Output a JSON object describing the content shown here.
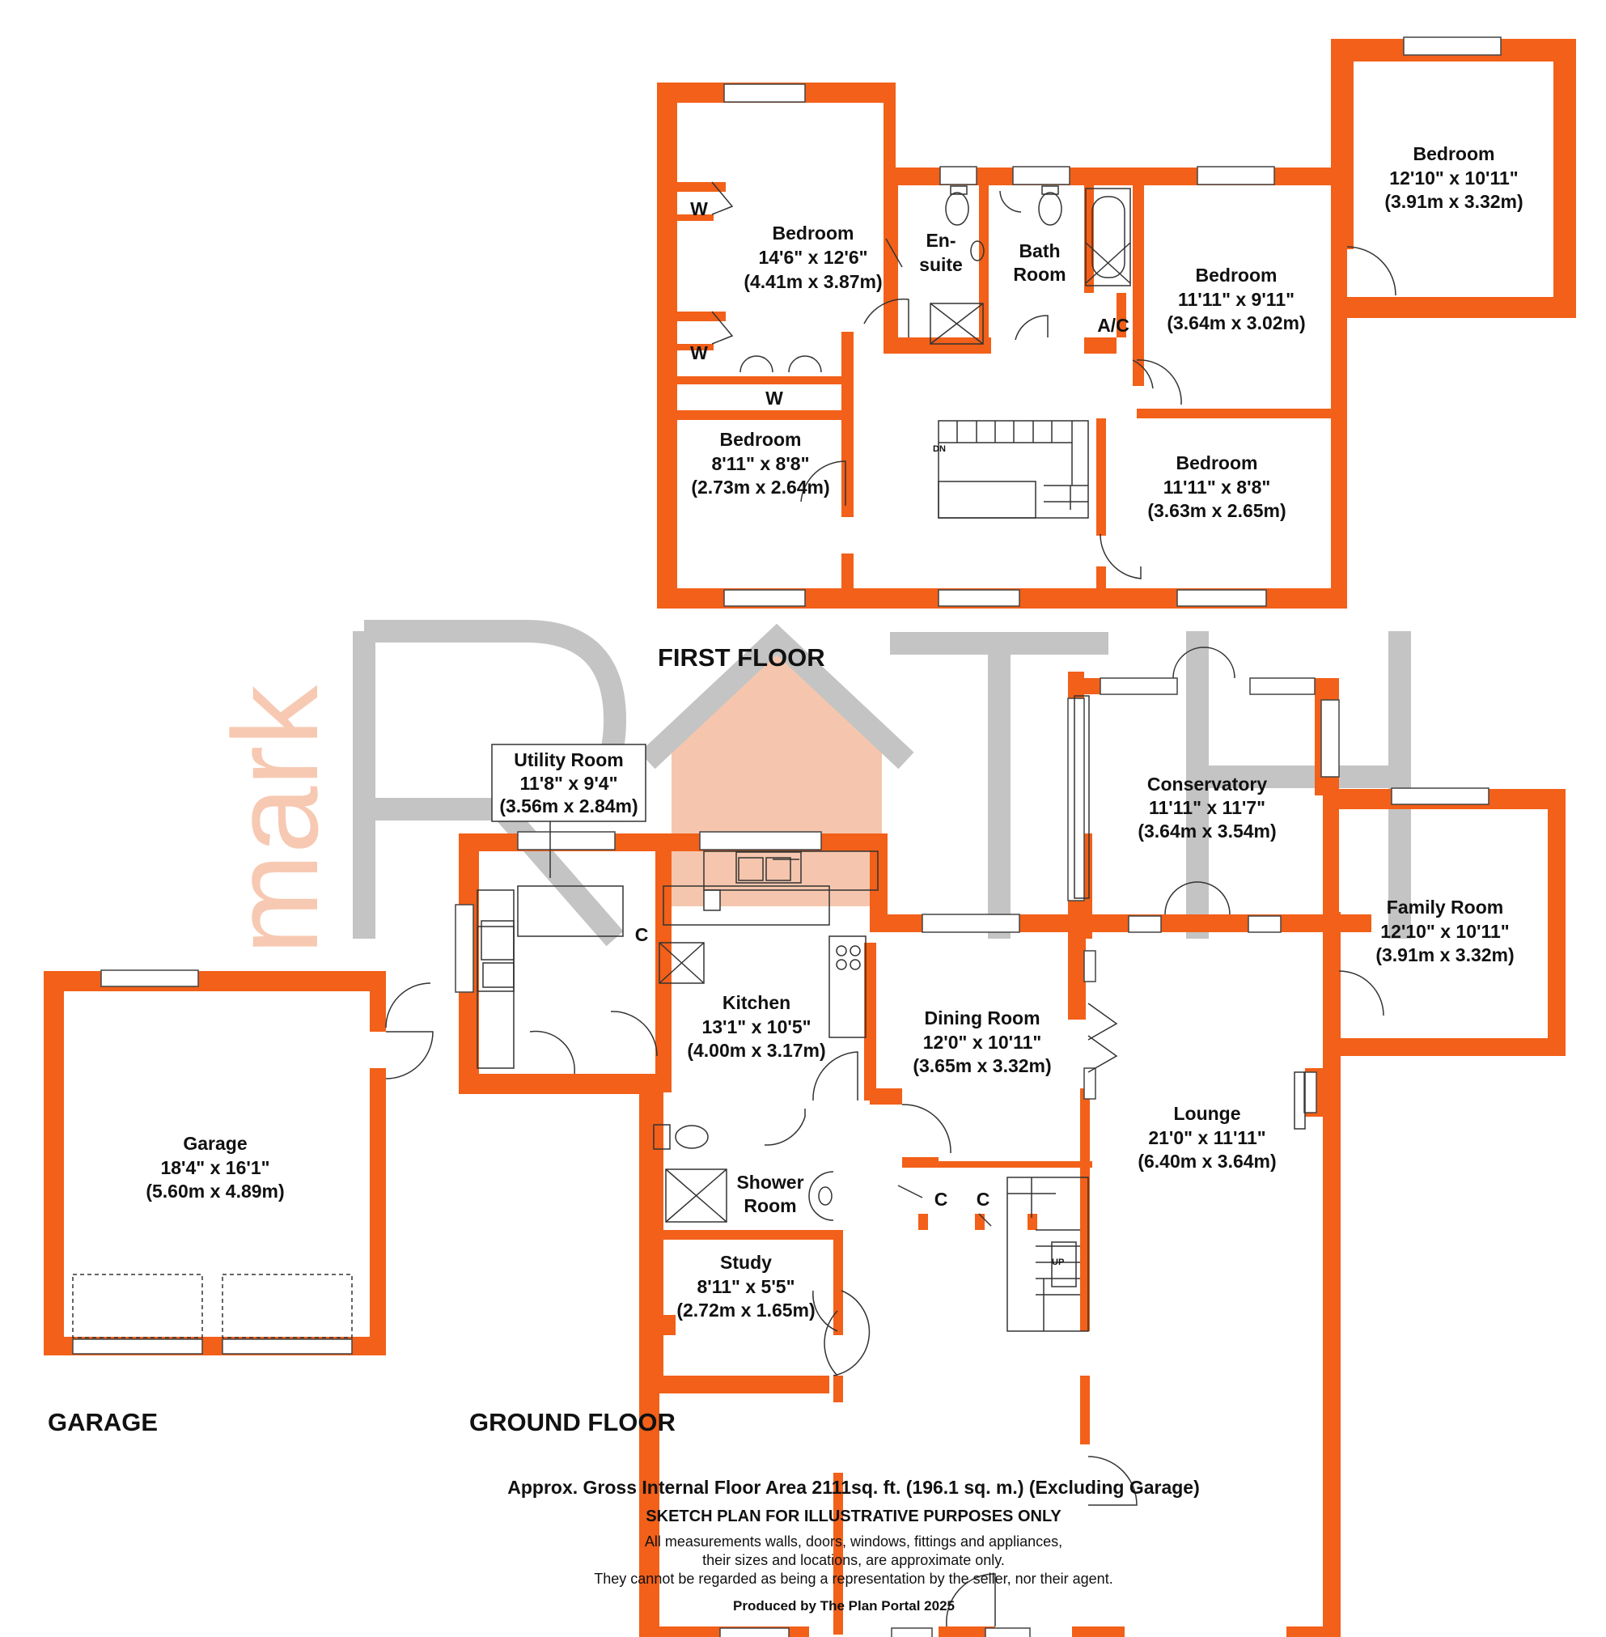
{
  "colors": {
    "wall": "#F26019",
    "watermark_letters": "#c4c4c4",
    "watermark_house": "#f5c6ad",
    "watermark_mark": "#f7c9b2",
    "line": "#333333"
  },
  "watermark": {
    "brand": "RATH",
    "prefix": "mark"
  },
  "floors": {
    "first": "FIRST FLOOR",
    "ground": "GROUND FLOOR",
    "garage": "GARAGE"
  },
  "rooms": {
    "bedroom_1": {
      "name": "Bedroom",
      "imperial": "14'6\" x 12'6\"",
      "metric": "(4.41m x 3.87m)"
    },
    "ensuite": {
      "name_1": "En-",
      "name_2": "suite"
    },
    "bathroom": {
      "name_1": "Bath",
      "name_2": "Room"
    },
    "bedroom_2": {
      "name": "Bedroom",
      "imperial": "11'11\" x 9'11\"",
      "metric": "(3.64m x 3.02m)"
    },
    "bedroom_3": {
      "name": "Bedroom",
      "imperial": "12'10\" x 10'11\"",
      "metric": "(3.91m x 3.32m)"
    },
    "bedroom_4": {
      "name": "Bedroom",
      "imperial": "8'11\" x 8'8\"",
      "metric": "(2.73m x 2.64m)"
    },
    "bedroom_5": {
      "name": "Bedroom",
      "imperial": "11'11\" x 8'8\"",
      "metric": "(3.63m x 2.65m)"
    },
    "utility": {
      "name": "Utility Room",
      "imperial": "11'8\" x 9'4\"",
      "metric": "(3.56m x 2.84m)"
    },
    "kitchen": {
      "name": "Kitchen",
      "imperial": "13'1\" x 10'5\"",
      "metric": "(4.00m x 3.17m)"
    },
    "dining": {
      "name": "Dining Room",
      "imperial": "12'0\" x 10'11\"",
      "metric": "(3.65m x 3.32m)"
    },
    "conservatory": {
      "name": "Conservatory",
      "imperial": "11'11\" x 11'7\"",
      "metric": "(3.64m x 3.54m)"
    },
    "family": {
      "name": "Family Room",
      "imperial": "12'10\" x 10'11\"",
      "metric": "(3.91m x 3.32m)"
    },
    "lounge": {
      "name": "Lounge",
      "imperial": "21'0\" x 11'11\"",
      "metric": "(6.40m x 3.64m)"
    },
    "shower": {
      "name_1": "Shower",
      "name_2": "Room"
    },
    "study": {
      "name": "Study",
      "imperial": "8'11\" x 5'5\"",
      "metric": "(2.72m x 1.65m)"
    },
    "garage": {
      "name": "Garage",
      "imperial": "18'4\" x 16'1\"",
      "metric": "(5.60m x 4.89m)"
    }
  },
  "small_labels": {
    "wardrobe": "W",
    "cupboard": "C",
    "airing_cupboard": "A/C",
    "stairs_down": "DN",
    "stairs_up": "UP"
  },
  "footer": {
    "area": "Approx. Gross Internal Floor Area 2111sq. ft. (196.1 sq. m.) (Excluding Garage)",
    "sketch": "SKETCH PLAN FOR ILLUSTRATIVE PURPOSES ONLY",
    "note_1": "All measurements walls, doors, windows, fittings and appliances,",
    "note_2": "their sizes and locations, are approximate only.",
    "note_3": "They cannot be regarded as being a representation by the seller, nor their agent.",
    "produced": "Produced by The Plan Portal 2025"
  }
}
